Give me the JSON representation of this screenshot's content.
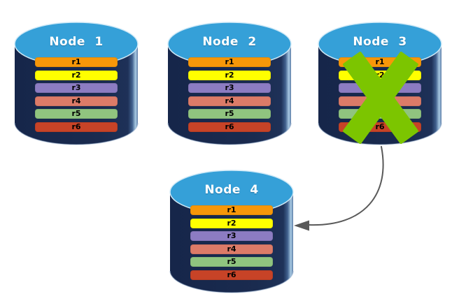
{
  "diagram": {
    "description": "Database replication failover diagram: four database node cylinders each holding replica rows r1-r6; Node 3 is crossed out with a green X and an arrow points from failed Node 3 to replacement Node 4.",
    "background": "#FFFFFF",
    "palette": {
      "cylinder_body": "#1A2B4F",
      "cylinder_body_shadow": "#16264A",
      "cylinder_rim_highlight": "#A9CBE4",
      "cylinder_top": "#35A0D8",
      "node_label_color": "#FFFFFF",
      "row_label_color": "#000000",
      "failure_x_color": "#7CC500",
      "arrow_color": "#595959"
    },
    "nodes": [
      {
        "id": "node-1",
        "label": "Node 1",
        "failed": false,
        "rows": [
          {
            "label": "r1",
            "color": "#F79709"
          },
          {
            "label": "r2",
            "color": "#FFFF00"
          },
          {
            "label": "r3",
            "color": "#8C7CC2"
          },
          {
            "label": "r4",
            "color": "#DC7B68"
          },
          {
            "label": "r5",
            "color": "#90C47F"
          },
          {
            "label": "r6",
            "color": "#C74327"
          }
        ]
      },
      {
        "id": "node-2",
        "label": "Node 2",
        "failed": false,
        "rows": [
          {
            "label": "r1",
            "color": "#F79709"
          },
          {
            "label": "r2",
            "color": "#FFFF00"
          },
          {
            "label": "r3",
            "color": "#8C7CC2"
          },
          {
            "label": "r4",
            "color": "#DC7B68"
          },
          {
            "label": "r5",
            "color": "#90C47F"
          },
          {
            "label": "r6",
            "color": "#C74327"
          }
        ]
      },
      {
        "id": "node-3",
        "label": "Node 3",
        "failed": true,
        "rows": [
          {
            "label": "r1",
            "color": "#F79709"
          },
          {
            "label": "r2",
            "color": "#FFFF00"
          },
          {
            "label": "r3",
            "color": "#8C7CC2"
          },
          {
            "label": "r4",
            "color": "#DC7B68"
          },
          {
            "label": "r5",
            "color": "#90C47F"
          },
          {
            "label": "r6",
            "color": "#C74327"
          }
        ]
      },
      {
        "id": "node-4",
        "label": "Node 4",
        "failed": false,
        "rows": [
          {
            "label": "r1",
            "color": "#F79709"
          },
          {
            "label": "r2",
            "color": "#FFFF00"
          },
          {
            "label": "r3",
            "color": "#8C7CC2"
          },
          {
            "label": "r4",
            "color": "#DC7B68"
          },
          {
            "label": "r5",
            "color": "#90C47F"
          },
          {
            "label": "r6",
            "color": "#C74327"
          }
        ]
      }
    ],
    "arrow": {
      "from": "node-3",
      "to": "node-4"
    }
  }
}
